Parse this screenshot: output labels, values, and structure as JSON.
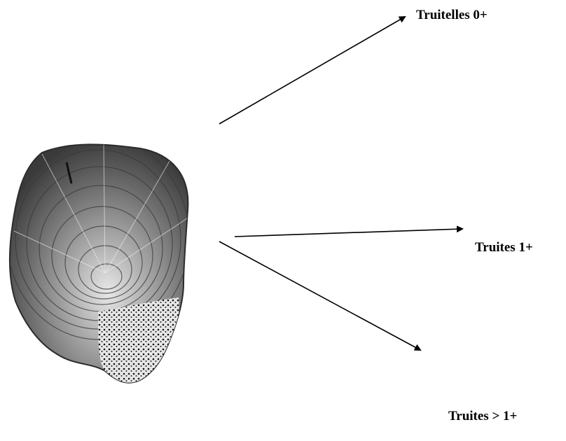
{
  "diagram": {
    "source_image": {
      "name": "fish-scale",
      "description_icon": "scale-image"
    },
    "arrows": [
      {
        "name": "arrow-to-truitelles-0"
      },
      {
        "name": "arrow-to-truites-1"
      },
      {
        "name": "arrow-to-truites-gt-1"
      }
    ],
    "labels": [
      "Truitelles 0+",
      "Truites 1+",
      "Truites > 1+"
    ]
  },
  "colors": {
    "ink": "#000000",
    "background": "#ffffff",
    "scale_dark": "#2b2b2b",
    "scale_mid": "#7a7a7a",
    "scale_light": "#d9d9d9"
  }
}
